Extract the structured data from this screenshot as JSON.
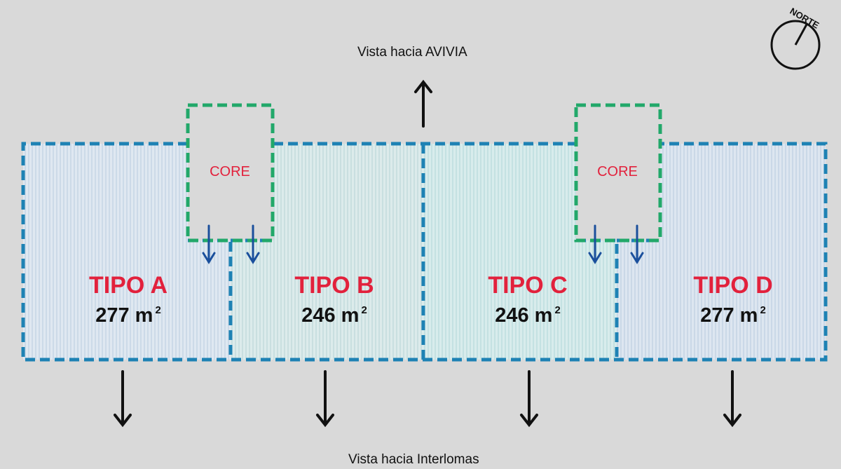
{
  "view_top": "Vista hacia AVIVIA",
  "view_bottom": "Vista hacia Interlomas",
  "north": "NORTE",
  "units": [
    {
      "type": "TIPO A",
      "area": "277 m",
      "sup": "2"
    },
    {
      "type": "TIPO B",
      "area": "246 m",
      "sup": "2"
    },
    {
      "type": "TIPO C",
      "area": "246 m",
      "sup": "2"
    },
    {
      "type": "TIPO D",
      "area": "277 m",
      "sup": "2"
    }
  ],
  "cores": [
    "CORE",
    "CORE"
  ],
  "colors": {
    "background": "#d9d9d9",
    "unit_border": "#1e82b4",
    "core_border": "#22a86a",
    "type_text": "#e2213c",
    "core_text": "#e2213c",
    "entry_arrow": "#1a4f9c",
    "view_arrow": "#111111"
  }
}
